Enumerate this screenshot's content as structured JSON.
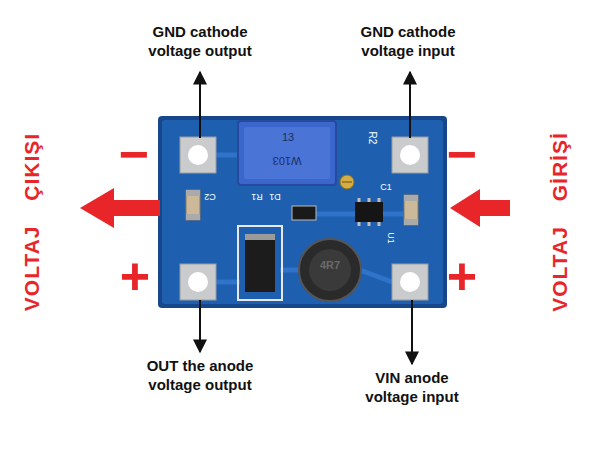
{
  "diagram": {
    "labels": [
      "GND cathode voltage output",
      "GND cathode voltage input",
      "VOLTAJ ÇIKIŞI",
      "VOLTAJ GİRİŞİ",
      "−",
      "−",
      "13",
      "W103",
      "R2",
      "C2",
      "R1",
      "D1",
      "C1",
      "U1",
      "4R7",
      "+",
      "+",
      "OUT the anode voltage output",
      "VIN anode voltage input"
    ]
  }
}
